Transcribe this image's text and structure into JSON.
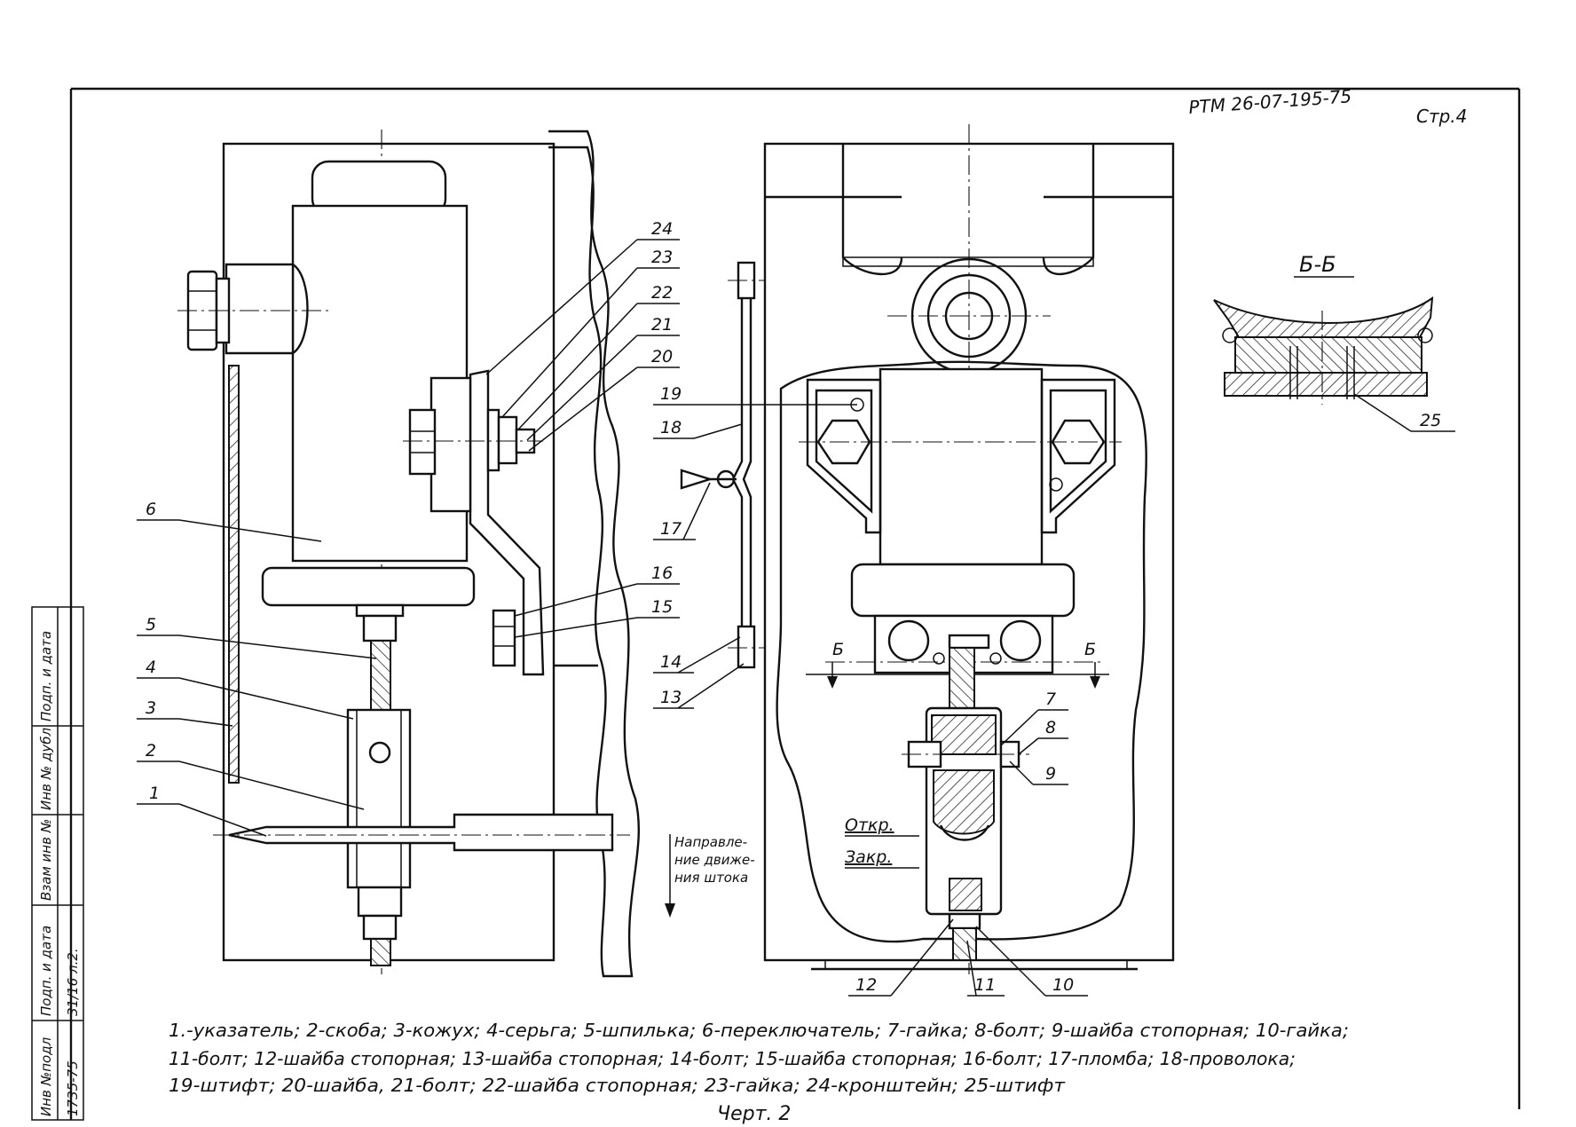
{
  "header": {
    "doc_code": "РТМ 26-07-195-75",
    "page": "Стр.4"
  },
  "section": {
    "title": "Б-Б",
    "mark_left": "Б",
    "mark_right": "Б"
  },
  "annotations": {
    "open": "Откр.",
    "closed": "Закр.",
    "direction_line1": "Направле-",
    "direction_line2": "ние движе-",
    "direction_line3": "ния штока"
  },
  "callouts": {
    "n1": "1",
    "n2": "2",
    "n3": "3",
    "n4": "4",
    "n5": "5",
    "n6": "6",
    "n7": "7",
    "n8": "8",
    "n9": "9",
    "n10": "10",
    "n11": "11",
    "n12": "12",
    "n13": "13",
    "n14": "14",
    "n15": "15",
    "n16": "16",
    "n17": "17",
    "n18": "18",
    "n19": "19",
    "n20": "20",
    "n21": "21",
    "n22": "22",
    "n23": "23",
    "n24": "24",
    "n25": "25"
  },
  "legend": {
    "line1": "1.-указатель; 2-скоба; 3-кожух; 4-серьга; 5-шпилька; 6-переключатель; 7-гайка; 8-болт; 9-шайба стопорная; 10-гайка;",
    "line2": "11-болт; 12-шайба стопорная; 13-шайба стопорная; 14-болт; 15-шайба стопорная; 16-болт; 17-пломба; 18-проволока;",
    "line3": "19-штифт; 20-шайба, 21-болт; 22-шайба стопорная; 23-гайка; 24-кронштейн; 25-штифт"
  },
  "caption": "Черт. 2",
  "title_block": {
    "c1": "Инв №подл",
    "c2": "Подп. и дата",
    "c3": "Взам инв №",
    "c4": "Инв № дубл",
    "c5": "Подп. и дата",
    "inv_value": "1735-75",
    "date_value": "31/16 л.2."
  }
}
